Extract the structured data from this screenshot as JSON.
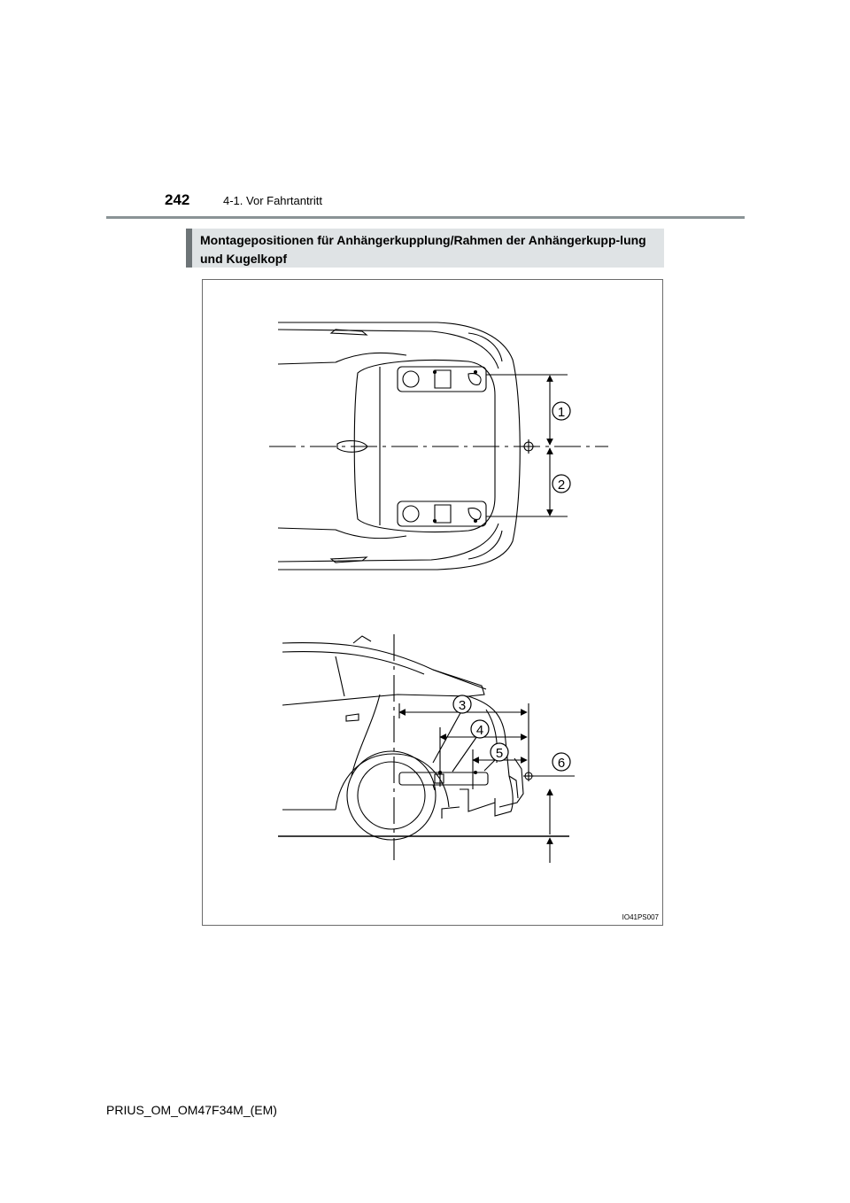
{
  "header": {
    "page_number": "242",
    "section": "4-1. Vor Fahrtantritt"
  },
  "heading": "Montagepositionen für Anhängerkupplung/Rahmen der Anhängerkupp-lung und Kugelkopf",
  "figure": {
    "code": "IO41PS007",
    "callouts": [
      "1",
      "2",
      "3",
      "4",
      "5",
      "6"
    ]
  },
  "footer": "PRIUS_OM_OM47F34M_(EM)"
}
